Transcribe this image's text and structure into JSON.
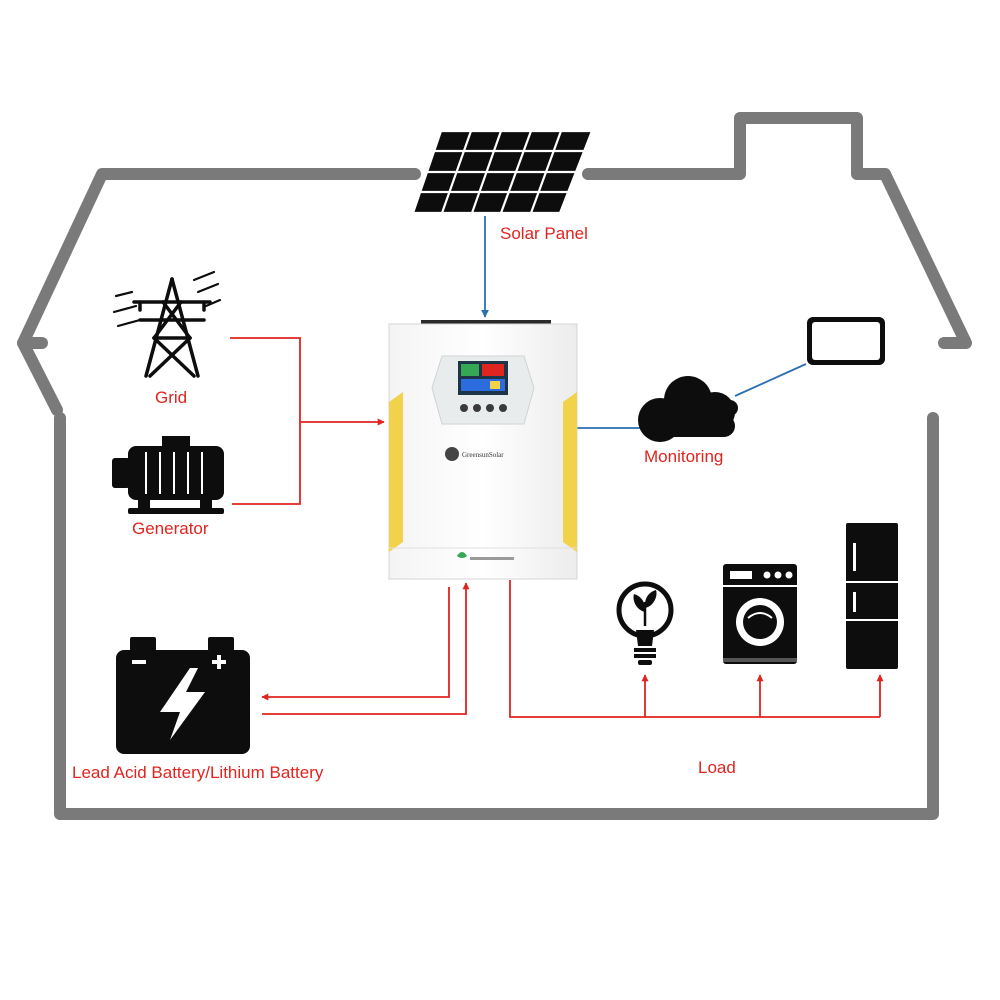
{
  "labels": {
    "solar_panel": "Solar Panel",
    "grid": "Grid",
    "generator": "Generator",
    "monitoring": "Monitoring",
    "battery": "Lead Acid Battery/Lithium Battery",
    "load": "Load"
  },
  "inverter": {
    "brand": "GreensunSolar"
  },
  "colors": {
    "house_outline": "#7a7a7a",
    "power_arrow": "#e0241f",
    "data_line": "#2a6fb0",
    "label_text": "#e0241f",
    "inverter_accent": "#f2d24a",
    "icon_fill": "#0d0d0d"
  },
  "icons": [
    "solar-panel-icon",
    "transmission-tower-icon",
    "generator-icon",
    "inverter-icon",
    "cloud-icon",
    "tablet-icon",
    "battery-icon",
    "light-bulb-icon",
    "washing-machine-icon",
    "refrigerator-icon"
  ]
}
